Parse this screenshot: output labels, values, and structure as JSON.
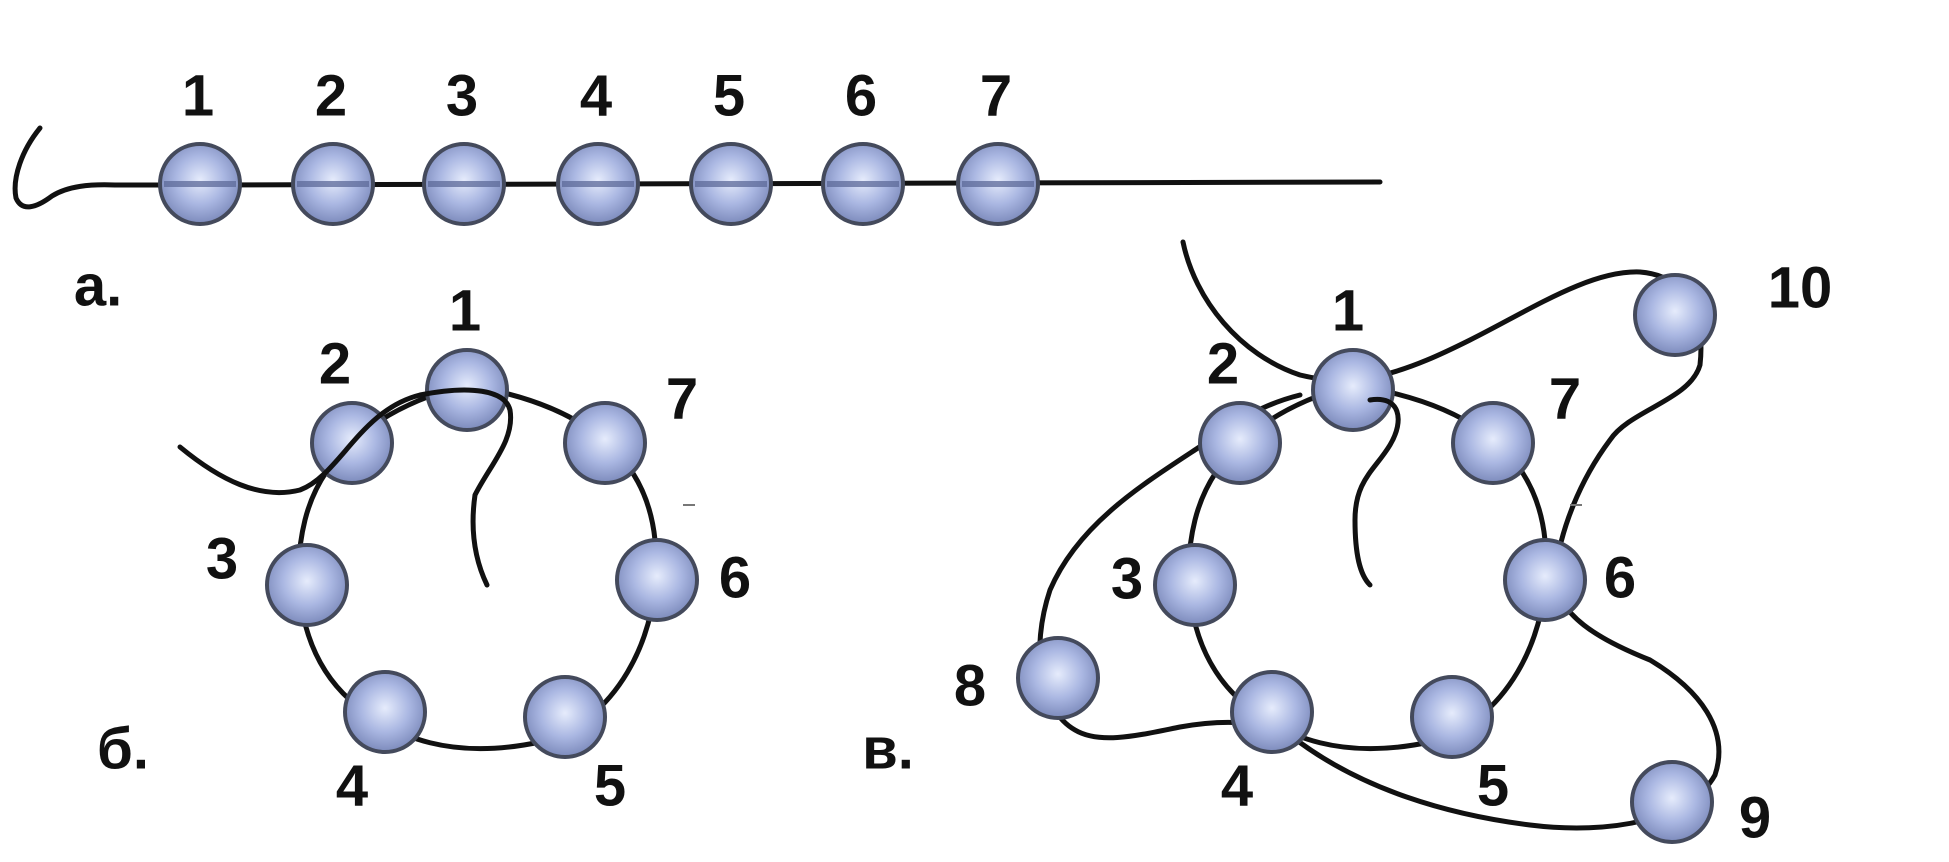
{
  "colors": {
    "bead_fill_center": "#dfe6fb",
    "bead_fill_mid": "#a9b6e0",
    "bead_fill_edge": "#7f8dbd",
    "bead_stroke": "#444a5c",
    "thread": "#111111"
  },
  "icons": {
    "bead": "bead-icon",
    "needle": "needle-icon"
  },
  "panels": [
    {
      "id": "a",
      "label": "а.",
      "beads": [
        "1",
        "2",
        "3",
        "4",
        "5",
        "6",
        "7"
      ]
    },
    {
      "id": "b",
      "label": "б.",
      "beads": [
        "1",
        "2",
        "3",
        "4",
        "5",
        "6",
        "7"
      ]
    },
    {
      "id": "c",
      "label": "в.",
      "beads": [
        "1",
        "2",
        "3",
        "4",
        "5",
        "6",
        "7",
        "8",
        "9",
        "10"
      ]
    }
  ]
}
